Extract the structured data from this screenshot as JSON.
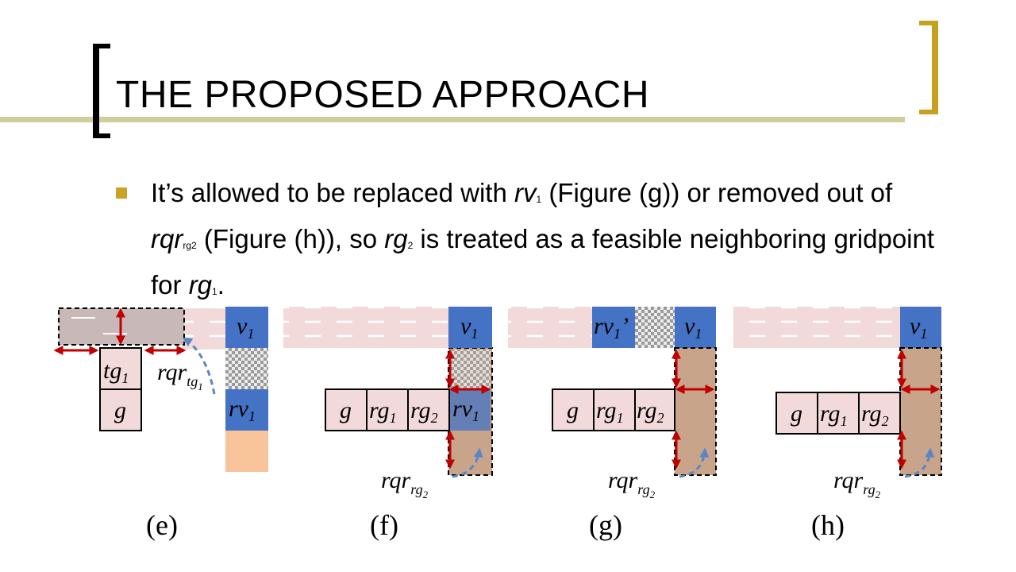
{
  "slide": {
    "title": "THE PROPOSED APPROACH",
    "bullet": {
      "t1": "It’s allowed to be replaced with ",
      "rv": "rv",
      "rv_sub": "1",
      "t2": " (Figure (g)) or removed out of ",
      "rqr": "rqr",
      "rqr_sub": "rg2",
      "t3": " (Figure (h)), so ",
      "rg": "rg",
      "rg_sub": "2",
      "t4": " is treated as a feasible neighboring gridpoint for ",
      "rg1": "rg",
      "rg1_sub": "1",
      "t5": "."
    }
  },
  "figure": {
    "panels": [
      {
        "caption": "(e)",
        "labels": {
          "v1": "v",
          "v1_sub": "1",
          "rv1": "rv",
          "rv1_sub": "1",
          "tg1": "tg",
          "tg1_sub": "1",
          "g": "g",
          "rqr": "rqr",
          "rqr_sub": "tg",
          "rqr_sub2": "1"
        }
      },
      {
        "caption": "(f)",
        "labels": {
          "v1": "v",
          "v1_sub": "1",
          "rv1": "rv",
          "rv1_sub": "1",
          "g": "g",
          "rg1": "rg",
          "rg1_sub": "1",
          "rg2": "rg",
          "rg2_sub": "2",
          "rqr": "rqr",
          "rqr_sub": "rg",
          "rqr_sub2": "2"
        }
      },
      {
        "caption": "(g)",
        "labels": {
          "rv1p": "rv",
          "rv1p_sub": "1",
          "rv1p_mark": "’",
          "v1": "v",
          "v1_sub": "1",
          "g": "g",
          "rg1": "rg",
          "rg1_sub": "1",
          "rg2": "rg",
          "rg2_sub": "2",
          "rqr": "rqr",
          "rqr_sub": "rg",
          "rqr_sub2": "2"
        }
      },
      {
        "caption": "(h)",
        "labels": {
          "v1": "v",
          "v1_sub": "1",
          "g": "g",
          "rg1": "rg",
          "rg1_sub": "1",
          "rg2": "rg",
          "rg2_sub": "2",
          "rqr": "rqr",
          "rqr_sub": "rg",
          "rqr_sub2": "2"
        }
      }
    ],
    "colors": {
      "vertex_blue": "#4472c4",
      "region_tan": "#c8a58a",
      "grid_pink": "#f3dada",
      "arrow_red": "#c00000",
      "dashed_blue": "#5b86c5",
      "peach": "#f8c49a",
      "gray_region": "#c9b8b8",
      "title_accent": "#c8a020",
      "bullet_gold": "#c9a227"
    }
  }
}
